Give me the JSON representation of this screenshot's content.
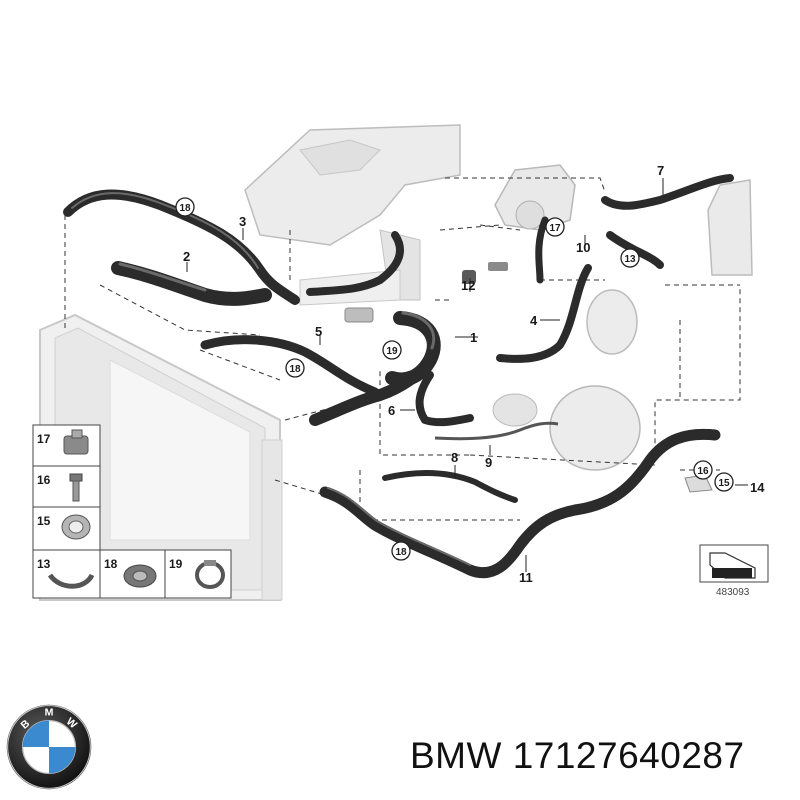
{
  "callouts": {
    "n1": "1",
    "n2": "2",
    "n3": "3",
    "n4": "4",
    "n5": "5",
    "n6": "6",
    "n7": "7",
    "n8": "8",
    "n9": "9",
    "n10": "10",
    "n11": "11",
    "n12": "12",
    "n14": "14",
    "c15": "15",
    "c16": "16",
    "c17": "17",
    "c18a": "18",
    "c18b": "18",
    "c18c": "18",
    "c19": "19",
    "c13": "13"
  },
  "legend": {
    "item17": "17",
    "item16": "16",
    "item15": "15",
    "item13": "13",
    "item18": "18",
    "item19": "19"
  },
  "reference_number": "483093",
  "brand_text": "BMW 17127640287",
  "logo": {
    "letters": [
      "B",
      "M",
      "W"
    ],
    "colors": {
      "blue": "#3b8ad0",
      "ring": "#1b1b1b",
      "white": "#ffffff"
    }
  }
}
